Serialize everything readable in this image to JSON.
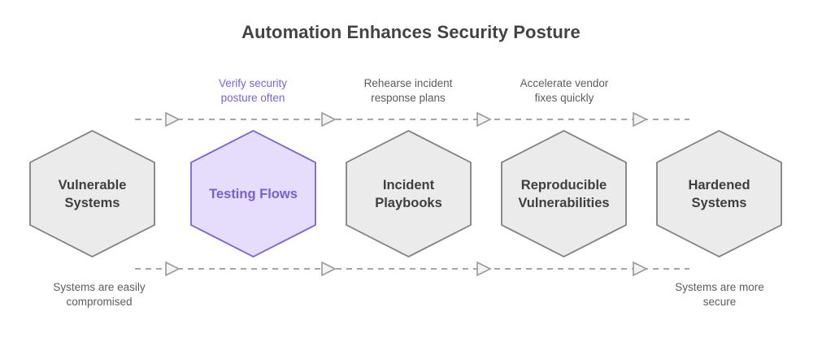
{
  "diagram": {
    "title": "Automation Enhances Security Posture",
    "type": "horizontal-hexagon-flow",
    "colors": {
      "background": "#ffffff",
      "title_text": "#434343",
      "node_fill": "#ebebeb",
      "node_stroke": "#808080",
      "node_text": "#3f3f3f",
      "accent_fill": "#e6ddfd",
      "accent_stroke": "#7b62d6",
      "accent_text": "#7461d4",
      "caption_text": "#5c5c5c",
      "connector": "#9a9a9a"
    }
  },
  "nodes": [
    {
      "label_line1": "Vulnerable",
      "label_line2": "Systems",
      "highlighted": false
    },
    {
      "label_line1": "Testing Flows",
      "label_line2": "",
      "highlighted": true
    },
    {
      "label_line1": "Incident",
      "label_line2": "Playbooks",
      "highlighted": false
    },
    {
      "label_line1": "Reproducible",
      "label_line2": "Vulnerabilities",
      "highlighted": false
    },
    {
      "label_line1": "Hardened",
      "label_line2": "Systems",
      "highlighted": false
    }
  ],
  "top_captions": [
    {
      "line1": "Verify security",
      "line2": "posture often",
      "accent": true
    },
    {
      "line1": "Rehearse incident",
      "line2": "response plans",
      "accent": false
    },
    {
      "line1": "Accelerate vendor",
      "line2": "fixes quickly",
      "accent": false
    }
  ],
  "bottom_captions": {
    "left": {
      "line1": "Systems are easily",
      "line2": "compromised"
    },
    "right": {
      "line1": "Systems are more",
      "line2": "secure"
    }
  },
  "connectors": {
    "top": {
      "style": "dashed",
      "arrow_count": 4,
      "direction": "right"
    },
    "bottom": {
      "style": "dashed",
      "arrow_count": 4,
      "direction": "right"
    }
  }
}
